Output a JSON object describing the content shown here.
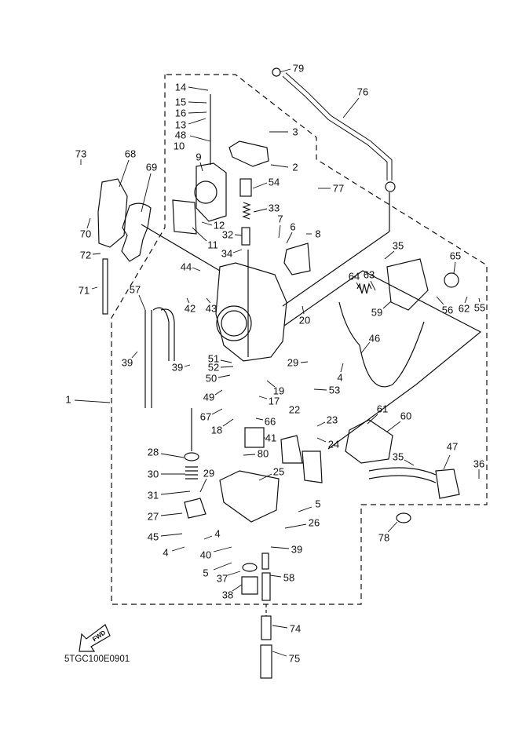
{
  "diagram": {
    "drawing_code": "5TGC100E0901",
    "fwd_label": "FWD",
    "callouts": [
      "79",
      "76",
      "14",
      "15",
      "16",
      "13",
      "48",
      "10",
      "9",
      "3",
      "2",
      "73",
      "68",
      "69",
      "54",
      "77",
      "33",
      "7",
      "6",
      "8",
      "12",
      "11",
      "32",
      "70",
      "34",
      "35",
      "72",
      "65",
      "44",
      "64",
      "63",
      "42",
      "43",
      "56",
      "62",
      "55",
      "59",
      "20",
      "71",
      "57",
      "46",
      "39",
      "39",
      "51",
      "52",
      "50",
      "29",
      "4",
      "53",
      "19",
      "49",
      "17",
      "1",
      "67",
      "66",
      "22",
      "23",
      "61",
      "60",
      "18",
      "24",
      "41",
      "47",
      "28",
      "80",
      "35",
      "36",
      "30",
      "29",
      "25",
      "31",
      "5",
      "27",
      "26",
      "78",
      "45",
      "4",
      "39",
      "4",
      "40",
      "5",
      "37",
      "58",
      "38",
      "74",
      "75"
    ],
    "icons": [
      "fwd-arrow-icon"
    ]
  }
}
